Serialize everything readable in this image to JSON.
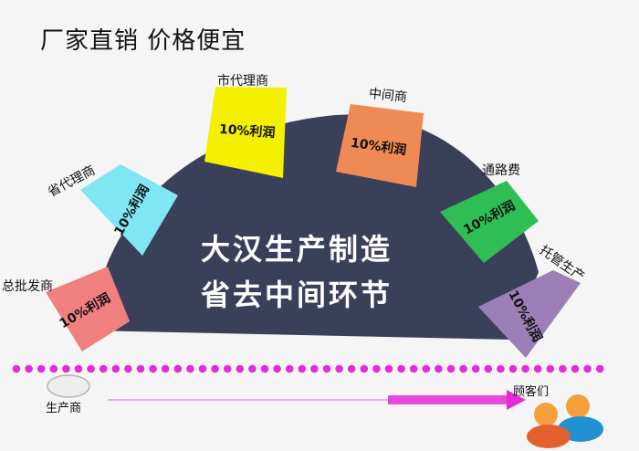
{
  "title": "厂家直销 价格便宜",
  "center": {
    "line1": "大汉生产制造",
    "line2": "省去中间环节"
  },
  "cards": [
    {
      "label": "总批发商",
      "profit": "10%利润",
      "color": "#f08080"
    },
    {
      "label": "省代理商",
      "profit": "10%利润",
      "color": "#7fe7f4"
    },
    {
      "label": "市代理商",
      "profit": "10%利润",
      "color": "#f5f000"
    },
    {
      "label": "中间商",
      "profit": "10%利润",
      "color": "#f08a55"
    },
    {
      "label": "通路费",
      "profit": "10%利润",
      "color": "#2fbd55"
    },
    {
      "label": "托管生产",
      "profit": "10%利润",
      "color": "#9b7fb6"
    }
  ],
  "producer_label": "生产商",
  "customer_label": "顾客们",
  "colors": {
    "dome": "#3b405a",
    "dots": "#e52ad8",
    "arrow": "#e52ad8"
  }
}
